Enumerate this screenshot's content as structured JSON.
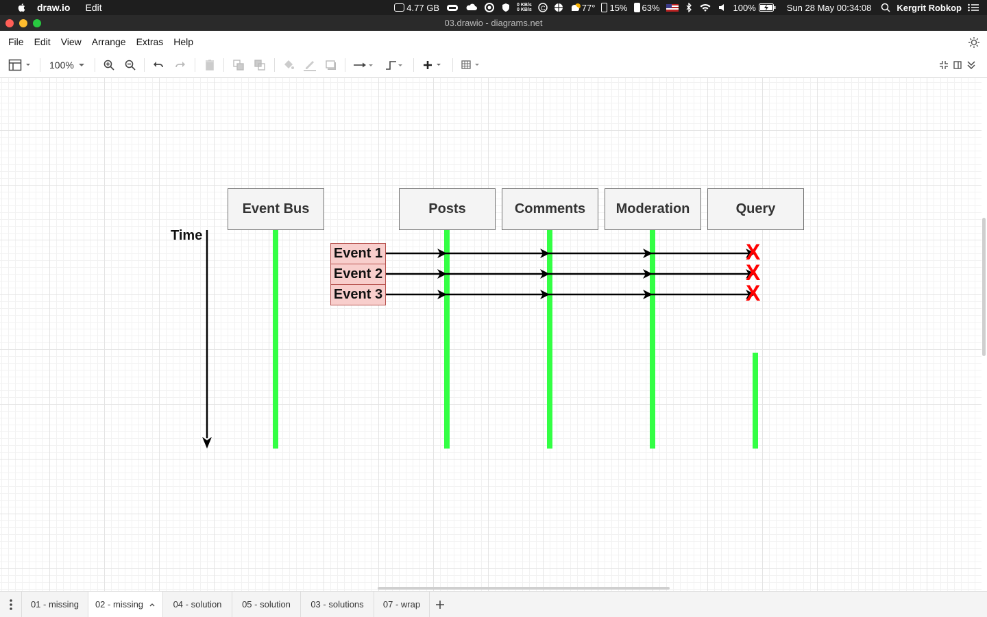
{
  "menubar": {
    "app_name": "draw.io",
    "menu": "Edit",
    "memory": "4.77 GB",
    "net_up": "0 KB/s",
    "net_down": "0 KB/s",
    "temperature": "77°",
    "cpu": "15%",
    "ram": "63%",
    "battery": "100%",
    "datetime": "Sun 28 May  00:34:08",
    "user": "Kergrit Robkop"
  },
  "window": {
    "title": "03.drawio - diagrams.net"
  },
  "app_menu": [
    "File",
    "Edit",
    "View",
    "Arrange",
    "Extras",
    "Help"
  ],
  "toolbar": {
    "zoom": "100%"
  },
  "diagram": {
    "time_label": "Time",
    "services": [
      "Event Bus",
      "Posts",
      "Comments",
      "Moderation",
      "Query"
    ],
    "events": [
      "Event 1",
      "Event 2",
      "Event 3"
    ],
    "failure_mark": "X",
    "colors": {
      "lifeline": "#33ff44",
      "event_fill": "#f8cecc",
      "event_stroke": "#b85450",
      "failure": "#ff0000"
    }
  },
  "tabs": [
    {
      "label": "01 - missing",
      "active": false
    },
    {
      "label": "02 - missing",
      "active": true
    },
    {
      "label": "04 - solution",
      "active": false
    },
    {
      "label": "05 - solution",
      "active": false
    },
    {
      "label": "03 - solutions",
      "active": false
    },
    {
      "label": "07 - wrap",
      "active": false
    }
  ]
}
